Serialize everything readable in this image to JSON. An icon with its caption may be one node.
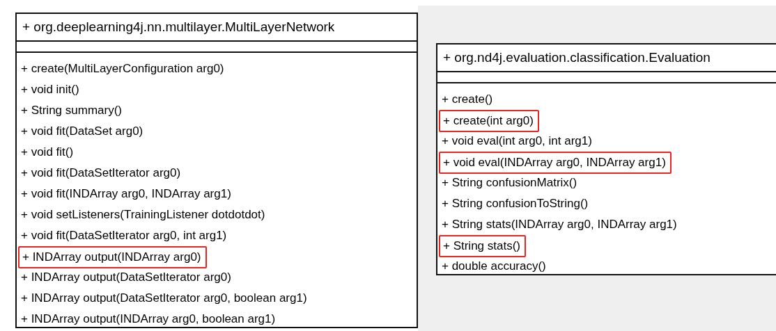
{
  "diagram": {
    "nodes": [
      {
        "text": [
          "+ org.deeplearning4j.nn.multilayer.MultiLayerNetwork",
          "+ create(MultiLayerConfiguration arg0)",
          "+ void init()",
          "+ String summary()",
          "+ void fit(DataSet arg0)",
          "+ void fit()",
          "+ void fit(DataSetIterator arg0)",
          "+ void fit(INDArray arg0, INDArray arg1)",
          "+ void setListeners(TrainingListener dotdotdot)",
          "+ void fit(DataSetIterator arg0, int arg1)",
          "+ INDArray output(DataSetIterator arg0)",
          "+ INDArray output(DataSetIterator arg0, boolean arg1)",
          "+ INDArray output(INDArray arg0, boolean arg1)"
        ]
      },
      {
        "text": [
          "+ INDArray output(INDArray arg0)"
        ],
        "in": 0
      },
      {
        "text": [
          "+ org.nd4j.evaluation.classification.Evaluation",
          "+ create()",
          "+ void eval(int arg0, int arg1)",
          "+ String confusionMatrix()",
          "+ String confusionToString()",
          "+ String stats(INDArray arg0, INDArray arg1)",
          "+ double accuracy()"
        ]
      },
      {
        "text": [
          "+ create(int arg0)"
        ],
        "in": 2
      },
      {
        "text": [
          "+ void eval(INDArray arg0, INDArray arg1)"
        ],
        "in": 2
      },
      {
        "text": [
          "+ String stats()"
        ],
        "in": 2
      }
    ],
    "edges": []
  }
}
